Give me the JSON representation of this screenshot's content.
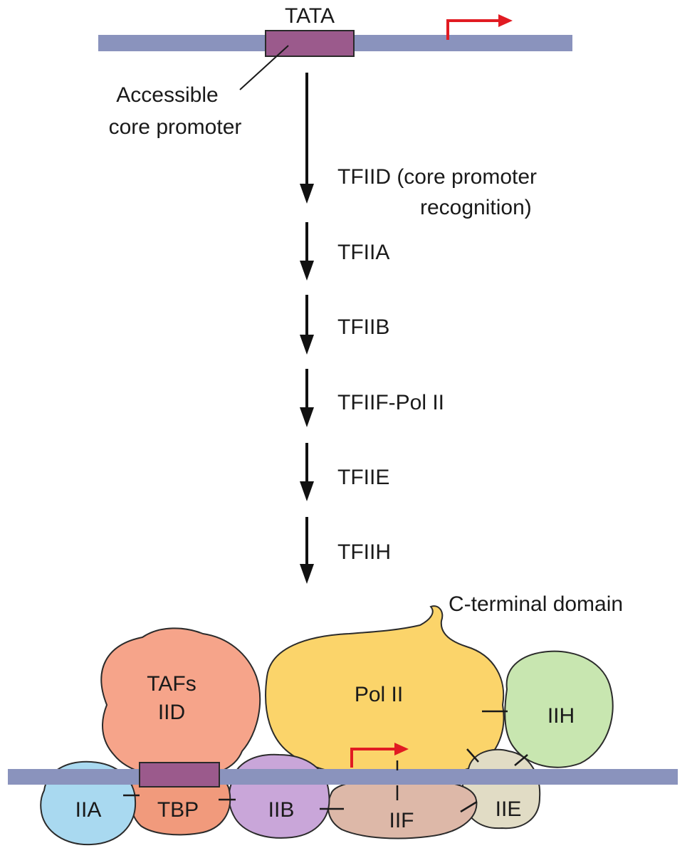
{
  "colors": {
    "dna": "#8a93bd",
    "tata_box": "#9b5a8c",
    "tss_arrow": "#e11b22",
    "arrow": "#111111",
    "tafs": "#f6a48a",
    "tbp": "#f19a7c",
    "iia": "#a9d9f0",
    "iib": "#c9a6d9",
    "pol2": "#fbd46a",
    "iih": "#c8e6b0",
    "iie": "#e1dcc5",
    "iif": "#ddb8a8"
  },
  "top": {
    "tata_label": "TATA",
    "accessible_line1": "Accessible",
    "accessible_line2": "core promoter"
  },
  "steps": [
    {
      "id": "tfiid",
      "line1": "TFIID (core promoter",
      "line2": "recognition)"
    },
    {
      "id": "tfiia",
      "line1": "TFIIA"
    },
    {
      "id": "tfiib",
      "line1": "TFIIB"
    },
    {
      "id": "tfiif",
      "line1": "TFIIF-Pol II"
    },
    {
      "id": "tfiie",
      "line1": "TFIIE"
    },
    {
      "id": "tfiih",
      "line1": "TFIIH"
    }
  ],
  "complex": {
    "ctd_label": "C-terminal domain",
    "tafs_line1": "TAFs",
    "tafs_line2": "IID",
    "pol2": "Pol II",
    "iih": "IIH",
    "iia": "IIA",
    "tbp": "TBP",
    "iib": "IIB",
    "iif": "IIF",
    "iie": "IIE"
  }
}
